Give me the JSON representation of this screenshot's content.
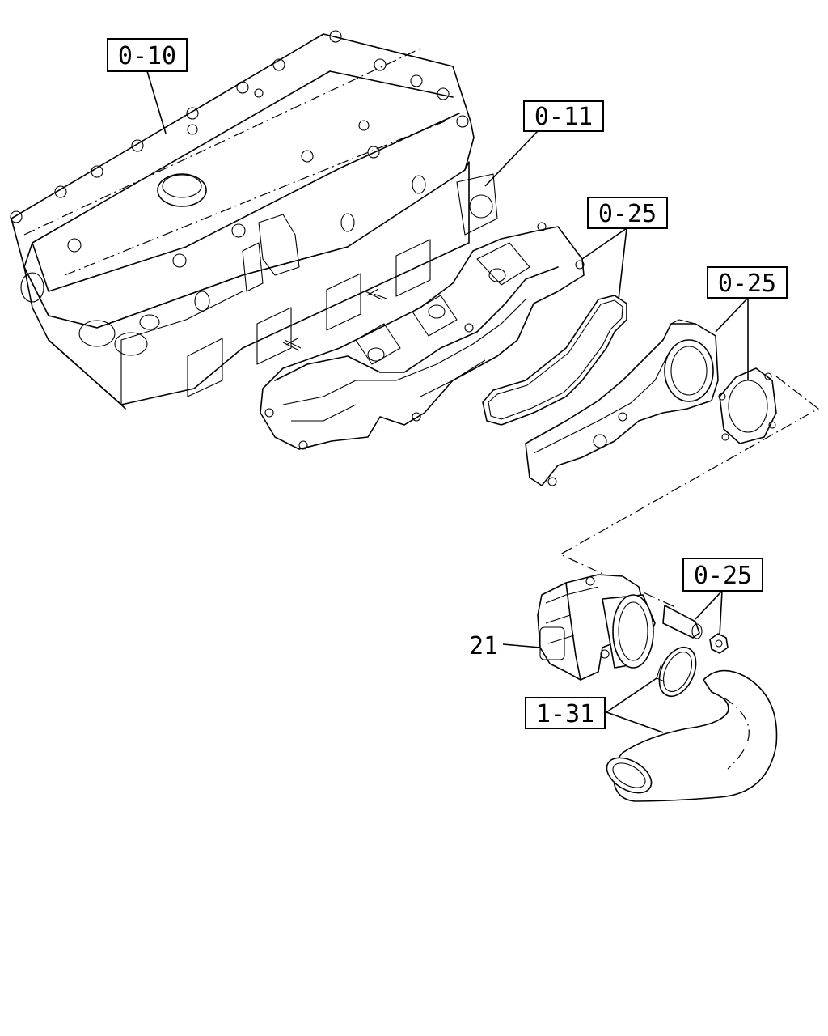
{
  "callouts": {
    "head": "0-10",
    "manifold": "0-11",
    "gasket_upper": "0-25",
    "gasket_ring": "0-25",
    "fasteners": "0-25",
    "throttle_body": "21",
    "hose": "1-31"
  },
  "colors": {
    "ink": "#000000",
    "paper": "#ffffff"
  }
}
